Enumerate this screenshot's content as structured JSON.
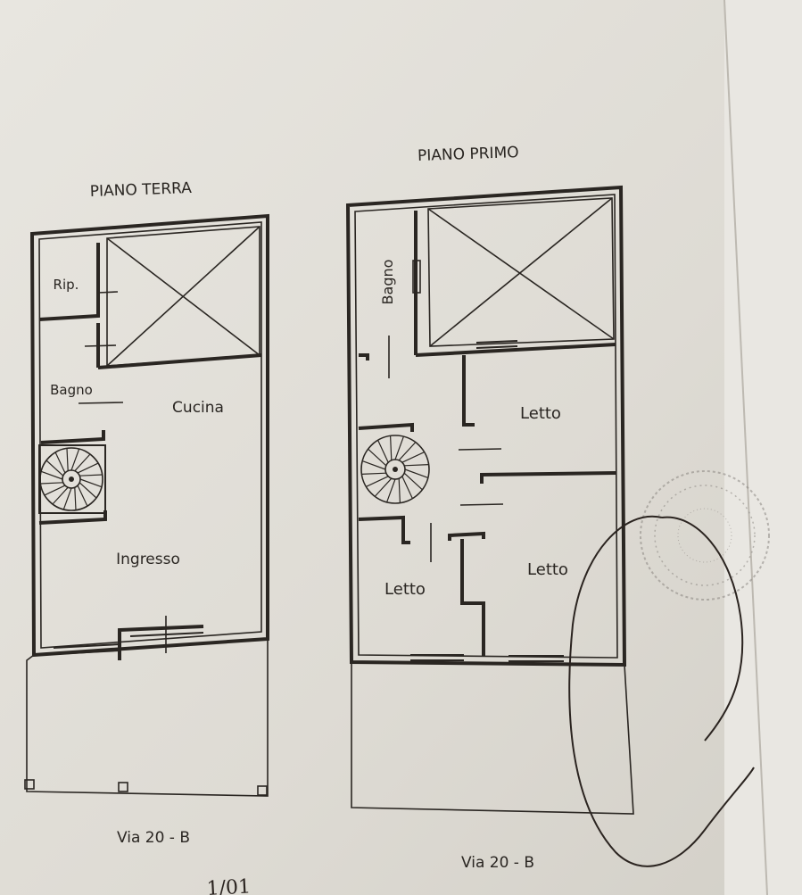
{
  "plans": {
    "ground": {
      "title": "PIANO TERRA",
      "rooms": {
        "storage": "Rip.",
        "bathroom": "Bagno",
        "kitchen": "Cucina",
        "entrance": "Ingresso"
      },
      "street": "Via 20 - B"
    },
    "first": {
      "title": "PIANO PRIMO",
      "rooms": {
        "bathroom": "Bagno",
        "bedroom_1": "Letto",
        "bedroom_2": "Letto",
        "bedroom_3": "Letto"
      },
      "street": "Via 20 - B"
    }
  },
  "handwriting": "1/01",
  "colors": {
    "paper": "#e2dfd8",
    "ink": "#2a2622",
    "stamp": "#8a8580"
  }
}
